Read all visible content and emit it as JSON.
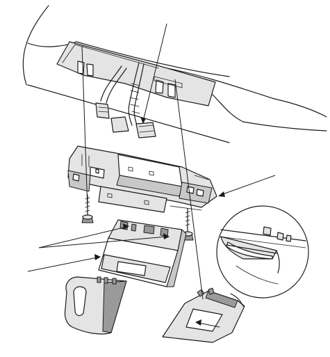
{
  "diagram": {
    "colors": {
      "line": "#1a1a1a",
      "part_fill": "#e4e4e4",
      "shadow_fill": "#9a9a9a",
      "background": "#ffffff"
    },
    "parts": [
      "roof-lining",
      "wire-harness",
      "harness-connector",
      "map-light-bracket",
      "mounting-screw-left",
      "mounting-screw-right",
      "map-light-housing",
      "housing-tabs",
      "left-lens",
      "right-lens",
      "detail-inset-clip-release"
    ]
  }
}
